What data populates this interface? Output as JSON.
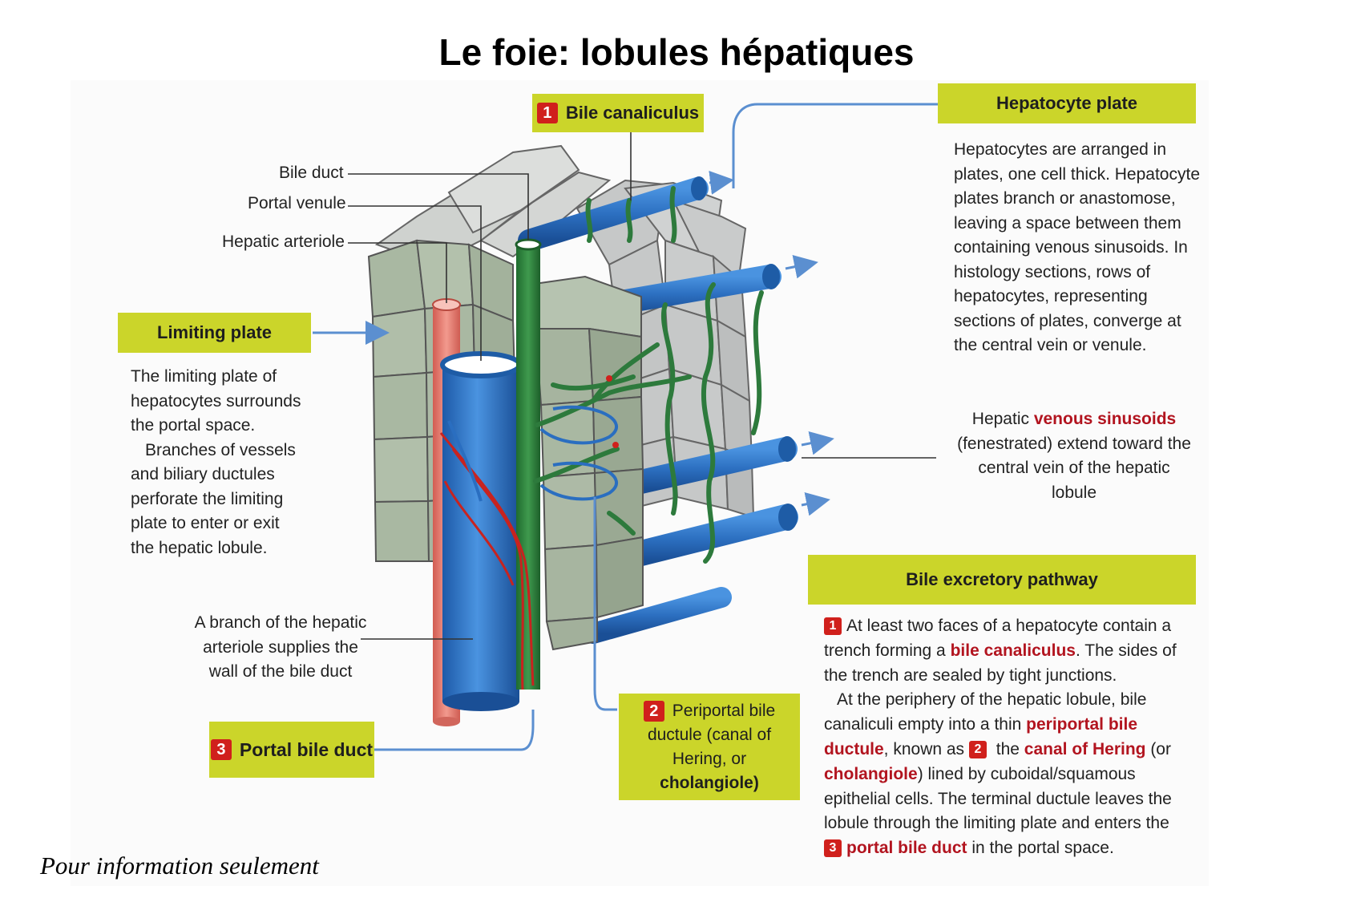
{
  "title": "Le foie: lobules hépatiques",
  "footer": "Pour information seulement",
  "labels": {
    "bile_canaliculus_num": "1",
    "bile_canaliculus": "Bile canaliculus",
    "hepatocyte_plate": "Hepatocyte plate",
    "limiting_plate": "Limiting plate",
    "portal_bile_duct_num": "3",
    "portal_bile_duct": "Portal bile duct",
    "bile_excretory_pathway": "Bile excretory pathway",
    "periportal_num": "2",
    "periportal_line1": "Periportal bile",
    "periportal_line2": "ductule (canal of",
    "periportal_line3": "Hering, or",
    "periportal_line4": "cholangiole)",
    "bile_duct": "Bile duct",
    "portal_venule": "Portal venule",
    "hepatic_arteriole": "Hepatic arteriole"
  },
  "texts": {
    "hepatocyte_plate_desc": [
      "Hepatocytes are arranged in",
      "plates, one cell thick. Hepatocyte",
      "plates branch or anastomose,",
      "leaving a space between them",
      "containing venous sinusoids. In",
      "histology sections, rows of",
      "hepatocytes, representing",
      "sections of plates, converge at",
      "the central vein or venule."
    ],
    "limiting_plate_desc": [
      "The limiting plate of",
      "hepatocytes surrounds",
      "the portal space.",
      "Branches of vessels",
      "and biliary ductules",
      "perforate the limiting",
      "plate to enter or exit",
      "the hepatic lobule."
    ],
    "arteriole_branch": [
      "A branch of the hepatic",
      "arteriole supplies the",
      "wall of the bile duct"
    ],
    "sinusoids_pre": "Hepatic ",
    "sinusoids_red": "venous sinusoids",
    "sinusoids_rest": [
      "(fenestrated) extend toward the",
      "central vein of  the hepatic",
      "lobule"
    ],
    "pathway": {
      "num1": "1",
      "l1": "At least two faces of a hepatocyte contain a",
      "l2a": "trench forming a ",
      "l2b": "bile canaliculus",
      "l2c": ". The sides of",
      "l3": "the trench are sealed by tight junctions.",
      "l4": "At the periphery of the hepatic lobule, bile",
      "l5a": "canaliculi empty into a thin ",
      "l5b": "periportal bile",
      "l6a": "ductule",
      "l6b": ", known as ",
      "num2": "2",
      "l6c": " the ",
      "l6d": "canal of Hering",
      "l6e": " (or",
      "l7a": "cholangiole",
      "l7b": ") lined by cuboidal/squamous",
      "l8": "epithelial cells. The terminal ductule leaves the",
      "l9": "lobule through the limiting plate and enters the",
      "num3": "3",
      "l10a": "portal bile duct",
      "l10b": " in the portal space."
    }
  },
  "colors": {
    "label_box": "#cbd52a",
    "badge": "#d0201c",
    "vein_blue": "#2f78c8",
    "artery_red": "#e4776b",
    "bile_green": "#2a7a3a",
    "cell_green": "#a8b8a0",
    "cell_grey": "#c4c6c6",
    "arrow_blue": "#5b8fd0"
  }
}
